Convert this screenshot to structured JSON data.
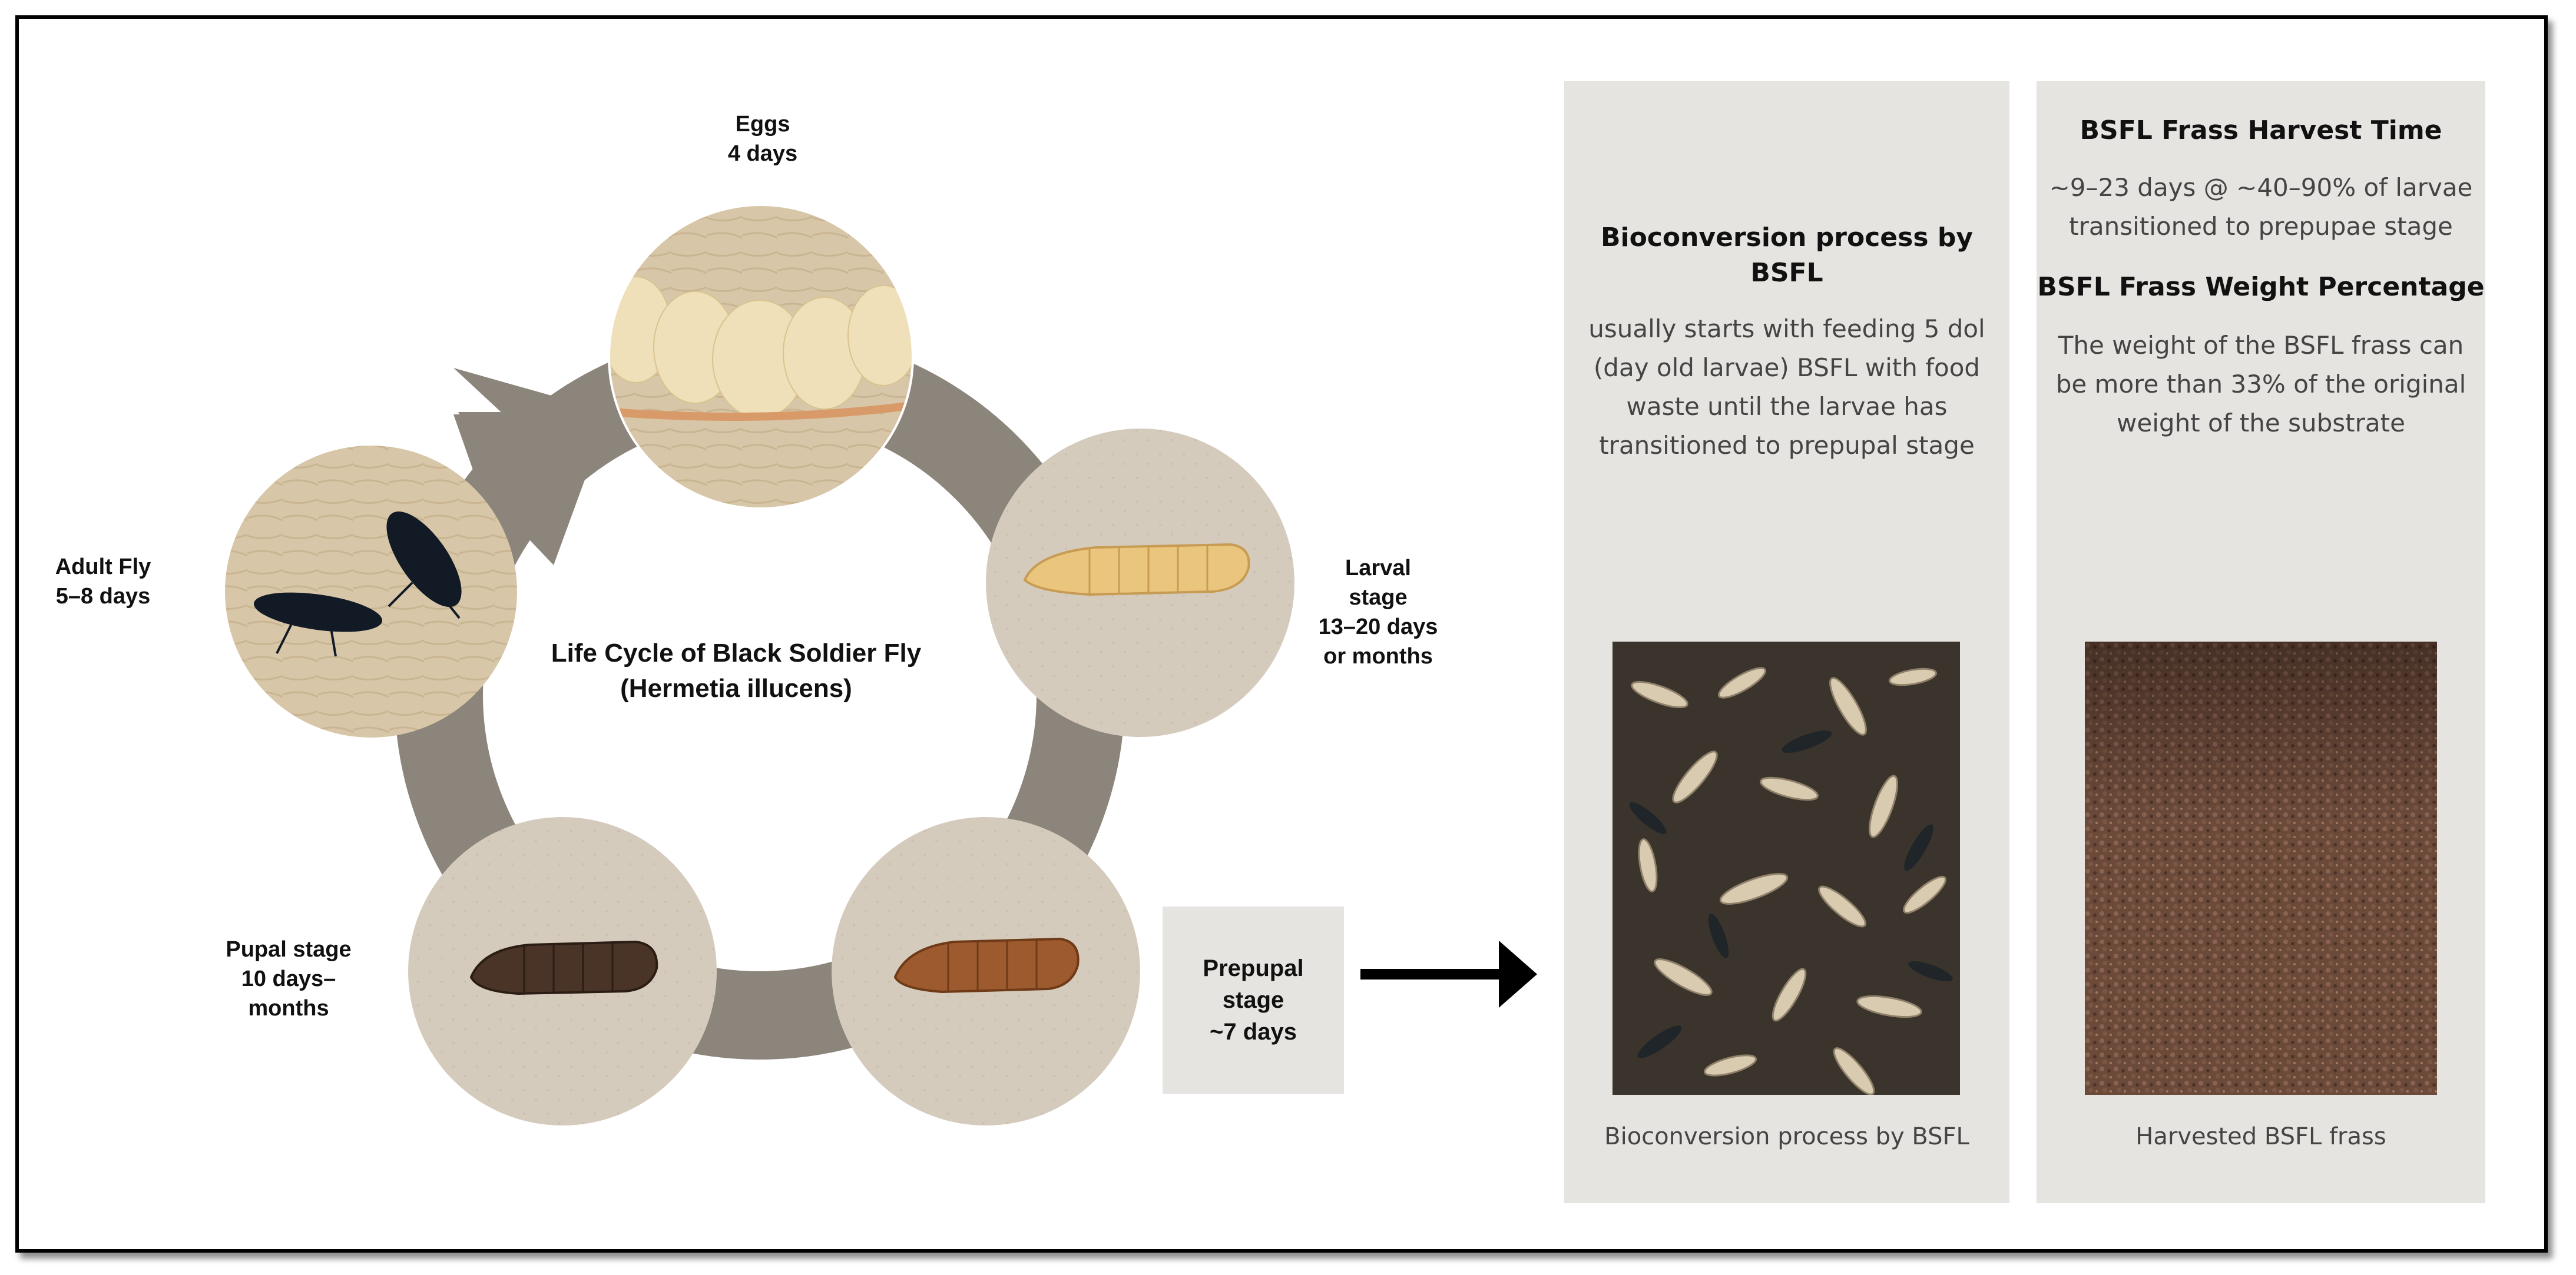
{
  "cycle": {
    "title_line1": "Life Cycle of Black Soldier Fly",
    "title_line2": "(Hermetia illucens)",
    "stages": [
      {
        "name": "Eggs",
        "duration": "4 days",
        "extra": ""
      },
      {
        "name": "Larval",
        "duration": "stage",
        "extra": "13–20 days",
        "extra2": "or months"
      },
      {
        "name": "Pupal stage",
        "duration": "10 days–",
        "extra": "months"
      },
      {
        "name": "Adult Fly",
        "duration": "5–8 days",
        "extra": ""
      }
    ],
    "prepupal": {
      "line1": "Prepupal",
      "line2": "stage",
      "line3": "~7 days"
    }
  },
  "left_panel": {
    "heading": "Bioconversion process by BSFL",
    "body_lines": [
      "usually starts with feeding 5 dol",
      "(day old larvae) BSFL with food",
      "waste until the larvae has",
      "transitioned to prepupal stage"
    ],
    "caption": "Bioconversion process by BSFL"
  },
  "right_panel": {
    "heading1": "BSFL Frass Harvest Time",
    "body1_lines": [
      "~9–23 days @ ~40–90% of larvae",
      "transitioned to prepupae stage"
    ],
    "heading2": "BSFL Frass Weight Percentage",
    "body2_lines": [
      "The weight of the BSFL frass can",
      "be more than 33% of the original",
      "weight of the substrate"
    ],
    "caption": "Harvested BSFL frass"
  },
  "colors": {
    "cycle_arrow": "#8c857b",
    "panel_bg": "#e6e4e1",
    "photo_bg": "#d9cdbb"
  }
}
